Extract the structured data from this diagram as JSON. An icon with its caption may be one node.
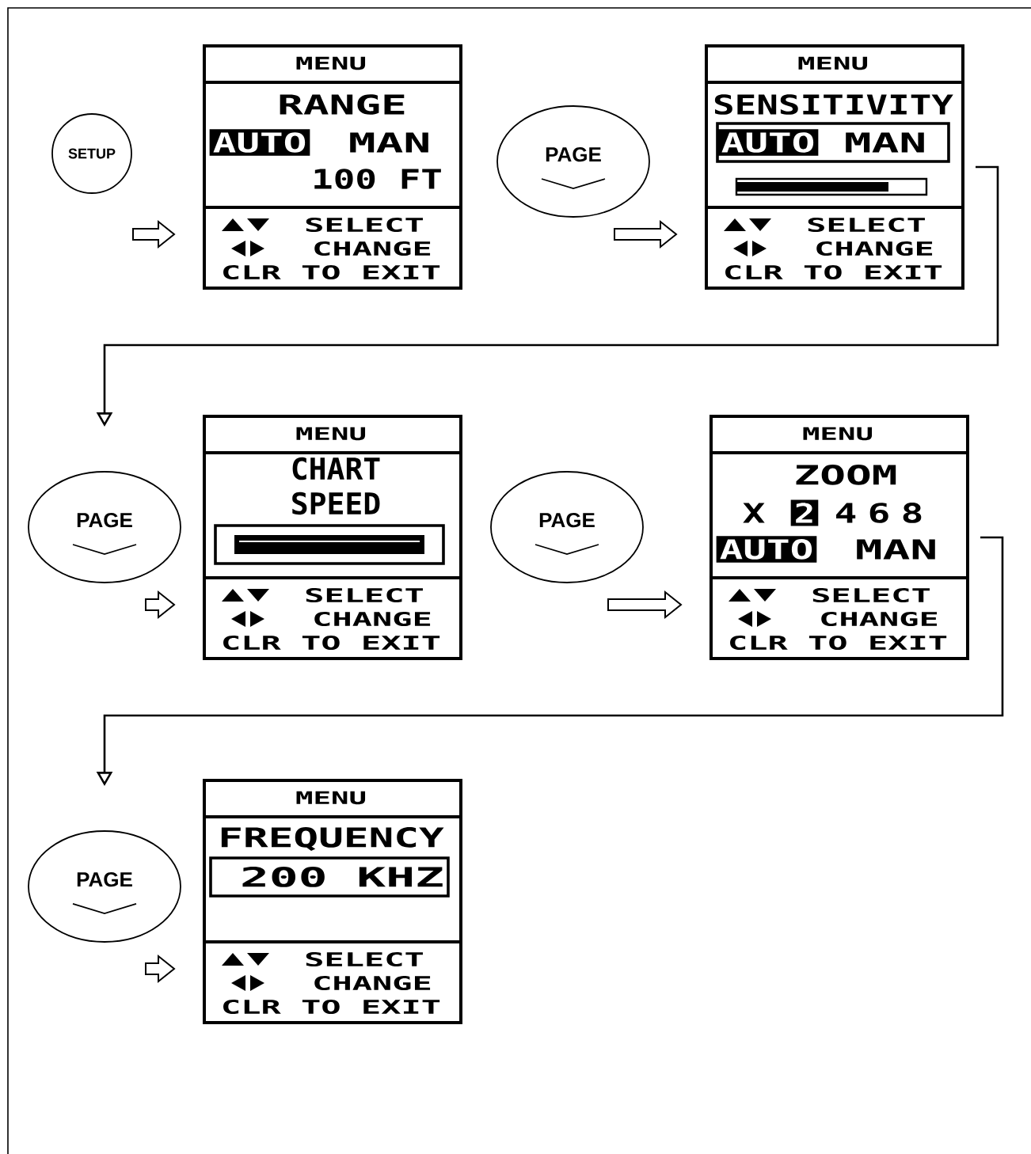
{
  "diagram": {
    "nodes": [
      {
        "text": [
          "SETUP"
        ]
      },
      {
        "text": [
          "MENU",
          "RANGE",
          "AUTO",
          "MAN",
          "100 FT",
          "SELECT",
          "CHANGE",
          "CLR TO EXIT"
        ]
      },
      {
        "text": [
          "PAGE"
        ]
      },
      {
        "text": [
          "MENU",
          "SENSITIVITY",
          "AUTO",
          "MAN",
          "SELECT",
          "CHANGE",
          "CLR TO EXIT"
        ]
      },
      {
        "text": [
          "PAGE"
        ]
      },
      {
        "text": [
          "MENU",
          "CHART SPEED",
          "SELECT",
          "CHANGE",
          "CLR TO EXIT"
        ]
      },
      {
        "text": [
          "PAGE"
        ]
      },
      {
        "text": [
          "MENU",
          "ZOOM",
          "X",
          "2",
          "4",
          "6",
          "8",
          "AUTO",
          "MAN",
          "SELECT",
          "CHANGE",
          "CLR TO EXIT"
        ]
      },
      {
        "text": [
          "PAGE"
        ]
      },
      {
        "text": [
          "MENU",
          "FREQUENCY",
          "200 KHZ",
          "SELECT",
          "CHANGE",
          "CLR TO EXIT"
        ]
      }
    ],
    "edges": [
      {
        "from": 0,
        "to": 1,
        "arrow": "to"
      },
      {
        "from": 2,
        "to": 3,
        "arrow": "to"
      },
      {
        "from": 3,
        "to": 4,
        "arrow": "to"
      },
      {
        "from": 4,
        "to": 5,
        "arrow": "to"
      },
      {
        "from": 6,
        "to": 7,
        "arrow": "to"
      },
      {
        "from": 7,
        "to": 8,
        "arrow": "to"
      },
      {
        "from": 8,
        "to": 9,
        "arrow": "to"
      }
    ]
  }
}
